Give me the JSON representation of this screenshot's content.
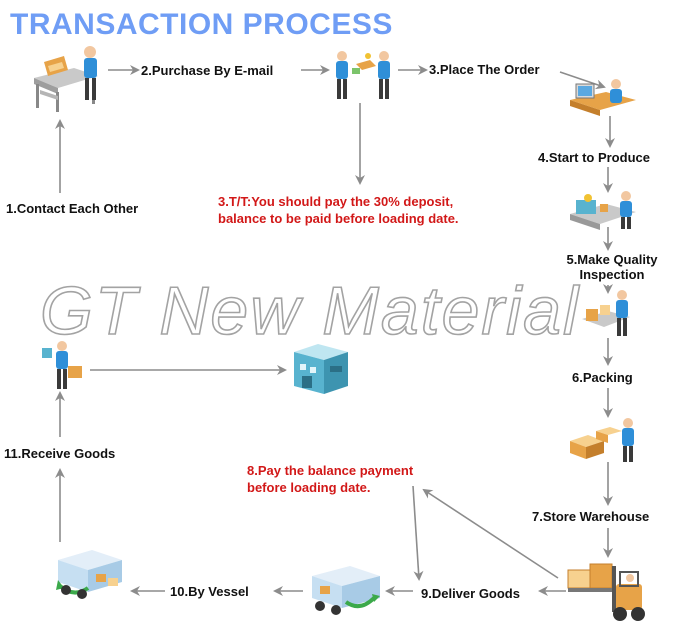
{
  "title": "TRANSACTION PROCESS",
  "watermark": "GT New Material",
  "steps": {
    "s1": "1.Contact Each Other",
    "s2": "2.Purchase By E-mail",
    "s3": "3.Place The Order",
    "s4": "4.Start to Produce",
    "s5_line1": "5.Make Quality",
    "s5_line2": "Inspection",
    "s6": "6.Packing",
    "s7": "7.Store Warehouse",
    "s9": "9.Deliver Goods",
    "s10": "10.By Vessel",
    "s11": "11.Receive Goods"
  },
  "notes": {
    "tt": "3.T/T:You should pay the 30% deposit,\nbalance to be paid before loading date.",
    "balance": "8.Pay the balance payment\nbefore loading date."
  },
  "colors": {
    "title": "#6f9df5",
    "note": "#d21818",
    "arrow": "#8c8c8c",
    "person_shirt": "#2f8fd8",
    "box": "#e7a348",
    "truck": "#c6dff2",
    "building": "#58b3cf",
    "green_arrow": "#3ba94a"
  },
  "icons": [
    "office-desk-person-icon",
    "two-people-exchange-icon",
    "computer-worker-icon",
    "production-machine-icon",
    "inspection-worker-icon",
    "packing-boxes-icon",
    "warehouse-forklift-icon",
    "delivery-truck-icon",
    "vessel-truck-icon",
    "receive-goods-person-icon",
    "building-icon"
  ]
}
